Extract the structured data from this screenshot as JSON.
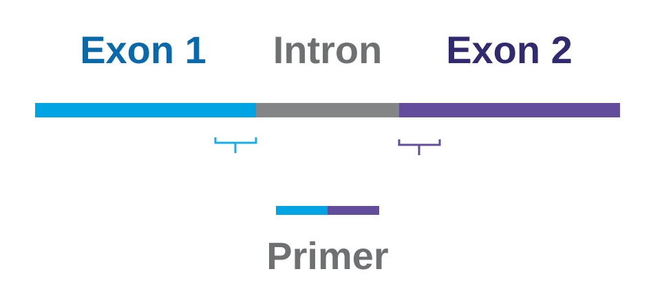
{
  "labels": {
    "exon1": "Exon 1",
    "intron": "Intron",
    "exon2": "Exon 2",
    "primer": "Primer"
  },
  "colors": {
    "exon1_text": "#0a69aa",
    "intron_text": "#6f7072",
    "exon2_text": "#322a6e",
    "exon1_bar": "#00a4e3",
    "intron_bar": "#848586",
    "exon2_bar": "#624c9b",
    "primer_text": "#6f7072"
  }
}
